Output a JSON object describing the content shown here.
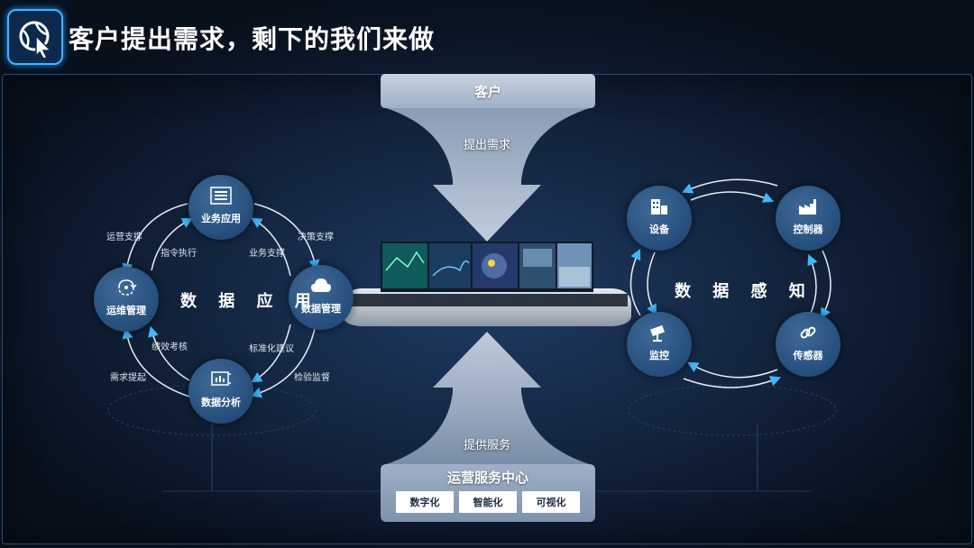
{
  "title": "客户提出需求，剩下的我们来做",
  "top_box": "客户",
  "down_arrow_label": "提出需求",
  "up_arrow_label": "提供服务",
  "bottom_box": {
    "title": "运营服务中心",
    "tags": [
      "数字化",
      "智能化",
      "可视化"
    ]
  },
  "left_cycle": {
    "center": "数 据 应 用",
    "nodes": {
      "business": "业务应用",
      "data_mgmt": "数据管理",
      "analysis": "数据分析",
      "ops": "运维管理"
    },
    "labels": {
      "ops_support": "运营支撑",
      "command": "指令执行",
      "decision": "决策支撑",
      "biz_support": "业务支撑",
      "kpi": "绩效考核",
      "standard": "标准化建议",
      "demand": "需求提起",
      "inspection": "检验监督"
    }
  },
  "right_cycle": {
    "center": "数 据 感 知",
    "nodes": {
      "device": "设备",
      "controller": "控制器",
      "monitor": "监控",
      "sensor": "传感器"
    }
  },
  "colors": {
    "accent": "#3fb7ff",
    "node": "#244d7c",
    "arrow": "#b4c3d6"
  },
  "icons": {
    "title": "cursor-globe-icon",
    "business": "menu-bars-icon",
    "data_mgmt": "cloud-icon",
    "analysis": "chart-panel-icon",
    "ops": "gear-cycle-icon",
    "device": "building-icon",
    "controller": "factory-icon",
    "monitor": "camera-icon",
    "sensor": "link-icon"
  }
}
